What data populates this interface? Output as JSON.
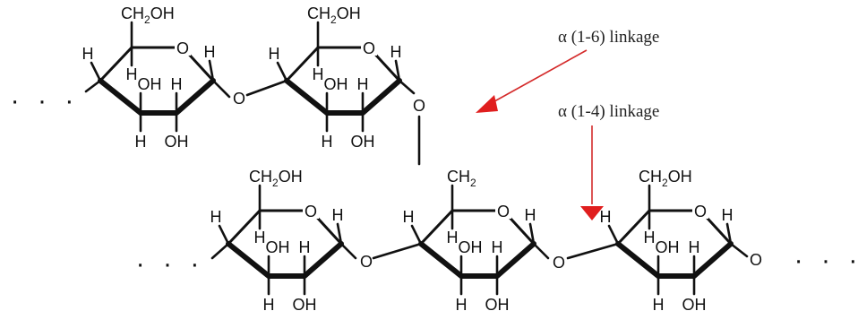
{
  "labels": {
    "ch2oh": "CH",
    "ch2oh_sub": "2",
    "ch2oh_tail": "OH",
    "ch2": "CH",
    "ch2_sub": "2",
    "o": "O",
    "h": "H",
    "oh": "OH"
  },
  "annotations": {
    "alpha_1_6": "α (1-6) linkage",
    "alpha_1_4": "α (1-4) linkage"
  },
  "ellipsis": "· · ·",
  "colors": {
    "structure": "#111111",
    "arrow": "#e01e1e"
  }
}
